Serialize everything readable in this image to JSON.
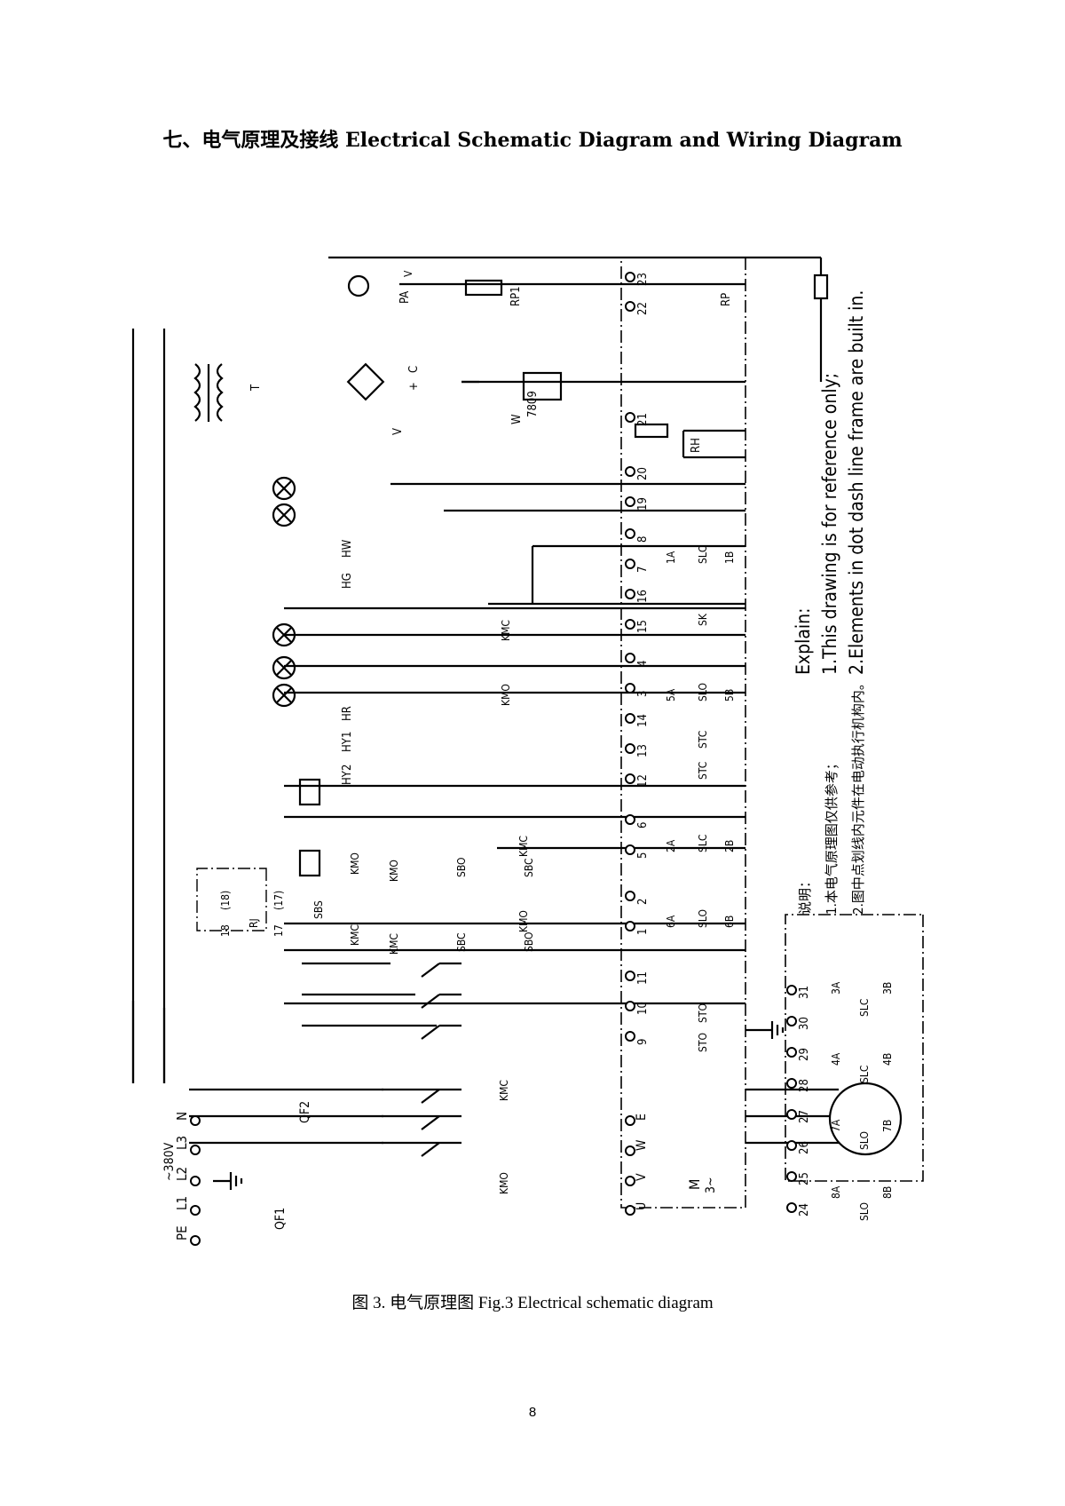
{
  "title": "七、电气原理及接线 Electrical Schematic Diagram and Wiring Diagram",
  "caption": "图 3. 电气原理图    Fig.3 Electrical schematic diagram",
  "page_number": "8",
  "supply": {
    "voltage": "~380V",
    "terminals": [
      "PE",
      "L1",
      "L2",
      "L3",
      "N"
    ],
    "breakers": [
      "QF1",
      "QF2"
    ]
  },
  "motor": {
    "label": "M",
    "sub": "3~"
  },
  "motor_terminals": [
    "U",
    "V",
    "W",
    "E"
  ],
  "terminal_strip": [
    "9",
    "10",
    "11",
    "1",
    "2",
    "5",
    "6",
    "12",
    "13",
    "14",
    "3",
    "4",
    "15",
    "16",
    "7",
    "8",
    "19",
    "20",
    "21",
    "22",
    "23"
  ],
  "aux_terminals": [
    "24",
    "25",
    "26",
    "27",
    "28",
    "29",
    "30",
    "31"
  ],
  "contactors": [
    "KMC",
    "KMO"
  ],
  "buttons": [
    "SBS",
    "SBC",
    "SBO"
  ],
  "relay": {
    "label": "RJ",
    "t18": "18",
    "t18b": "(18)",
    "t17": "17",
    "t17b": "(17)"
  },
  "lamps": [
    "HY2",
    "HY1",
    "HR",
    "HG",
    "HW"
  ],
  "switches": {
    "sto": "STO",
    "stc": "STC",
    "slo": "SLO",
    "slc": "SLC",
    "sk": "SK",
    "c6a": "6A",
    "c6b": "6B",
    "c2a": "2A",
    "c2b": "2B",
    "c5a": "5A",
    "c5b": "5B",
    "c1a": "1A",
    "c1b": "1B",
    "c3a": "3A",
    "c3b": "3B",
    "c4a": "4A",
    "c4b": "4B",
    "c7a": "7A",
    "c7b": "7B",
    "c8a": "8A",
    "c8b": "8B"
  },
  "heater": "RH",
  "components": {
    "transformer": "T",
    "rectifier": "V",
    "capacitor": "C",
    "regulator": "W",
    "regulator_code": "7809",
    "meter": "PA",
    "meter_symbol": "V",
    "rp1": "RP1",
    "rp": "RP",
    "plus": "+"
  },
  "notes_en": {
    "heading": "Explain:",
    "line1": "1.This drawing is for reference only;",
    "line2": "2.Elements in dot dash line frame are built in."
  },
  "notes_cn": {
    "heading": "说明：",
    "line1": "1.本电气原理图仅供参考；",
    "line2": "2.图中点划线内元件在电动执行机构内。"
  }
}
